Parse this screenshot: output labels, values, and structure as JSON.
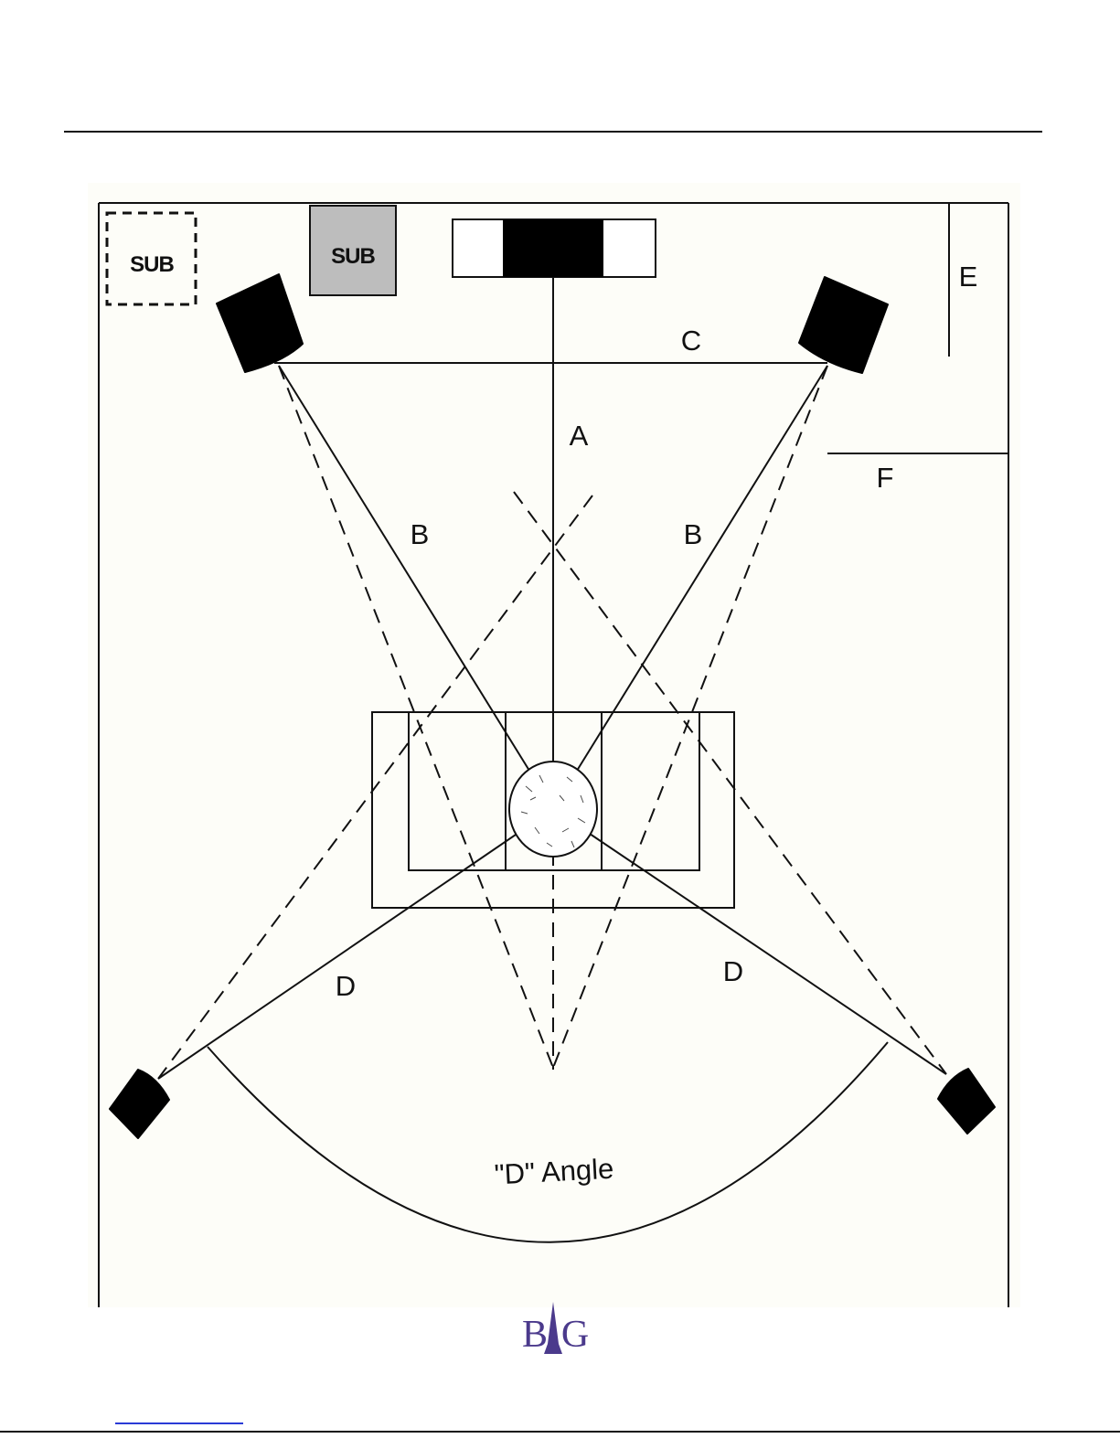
{
  "labels": {
    "a": "A",
    "b_left": "B",
    "b_right": "B",
    "c": "C",
    "d_left": "D",
    "d_right": "D",
    "e": "E",
    "f": "F",
    "angle": "\"D\" Angle"
  },
  "subwoofers": {
    "optional": "SUB",
    "primary": "SUB"
  },
  "logo": {
    "left": "B",
    "right": "G"
  },
  "colors": {
    "line": "#111111",
    "primary_sub_fill": "#bdbdbd",
    "page_background": "#fdfdf8",
    "logo": "#4b3a8c"
  }
}
